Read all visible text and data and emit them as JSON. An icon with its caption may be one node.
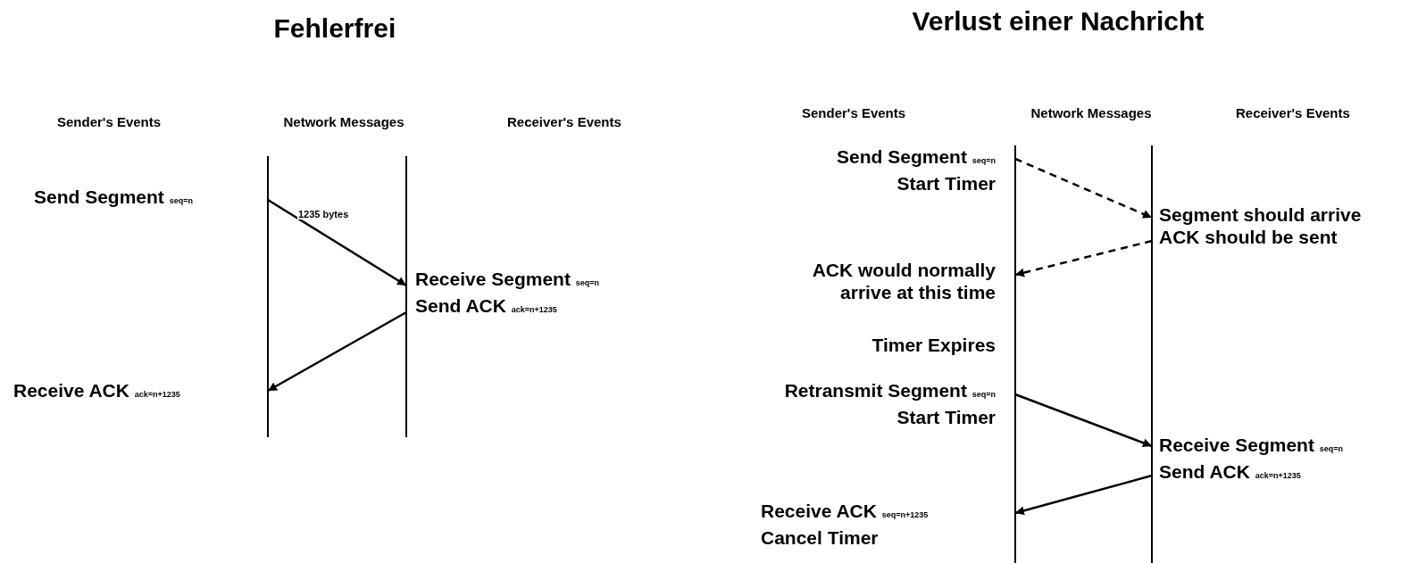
{
  "diagram": {
    "nodes": [
      {
        "text": [
          "Send Segment $_{seq=n}$"
        ]
      },
      {
        "text": [
          "Receive Segment $_{seq=n}$",
          "Send ACK $_{ack=n+1235}$"
        ]
      },
      {
        "text": [
          "Receive ACK $_{ack=n+1235}$"
        ]
      },
      {
        "text": [
          "Send Segment $_{seq=n}$",
          "Start Timer"
        ]
      },
      {
        "text": [
          "Segment should arrive",
          "ACK should be sent"
        ]
      },
      {
        "text": [
          "ACK would normally arrive at this time"
        ]
      },
      {
        "text": [
          "Timer Expires"
        ]
      },
      {
        "text": [
          "Retransmit Segment $_{seq=n}$",
          "Start Timer"
        ]
      },
      {
        "text": [
          "Receive Segment $_{seq=n}$",
          "Send ACK $_{ack=n+1235}$"
        ]
      },
      {
        "text": [
          "Receive ACK $_{seq=n+1235}$",
          "Cancel Timer"
        ]
      }
    ],
    "edges": [
      {
        "from": 0,
        "to": 1,
        "arrow": "to",
        "label": "1235 bytes"
      },
      {
        "from": 1,
        "to": 2,
        "arrow": "to"
      },
      {
        "from": 3,
        "to": 4,
        "arrow": "to",
        "style": "dashed"
      },
      {
        "from": 4,
        "to": 5,
        "arrow": "to",
        "style": "dashed"
      },
      {
        "from": 7,
        "to": 8,
        "arrow": "to"
      },
      {
        "from": 8,
        "to": 9,
        "arrow": "to"
      }
    ],
    "labels": [
      "Fehlerfrei",
      "Sender's Events",
      "Network Messages",
      "Receiver's Events",
      "Verlust einer Nachricht",
      "Sender's Events",
      "Network Messages",
      "Receiver's Events"
    ]
  }
}
